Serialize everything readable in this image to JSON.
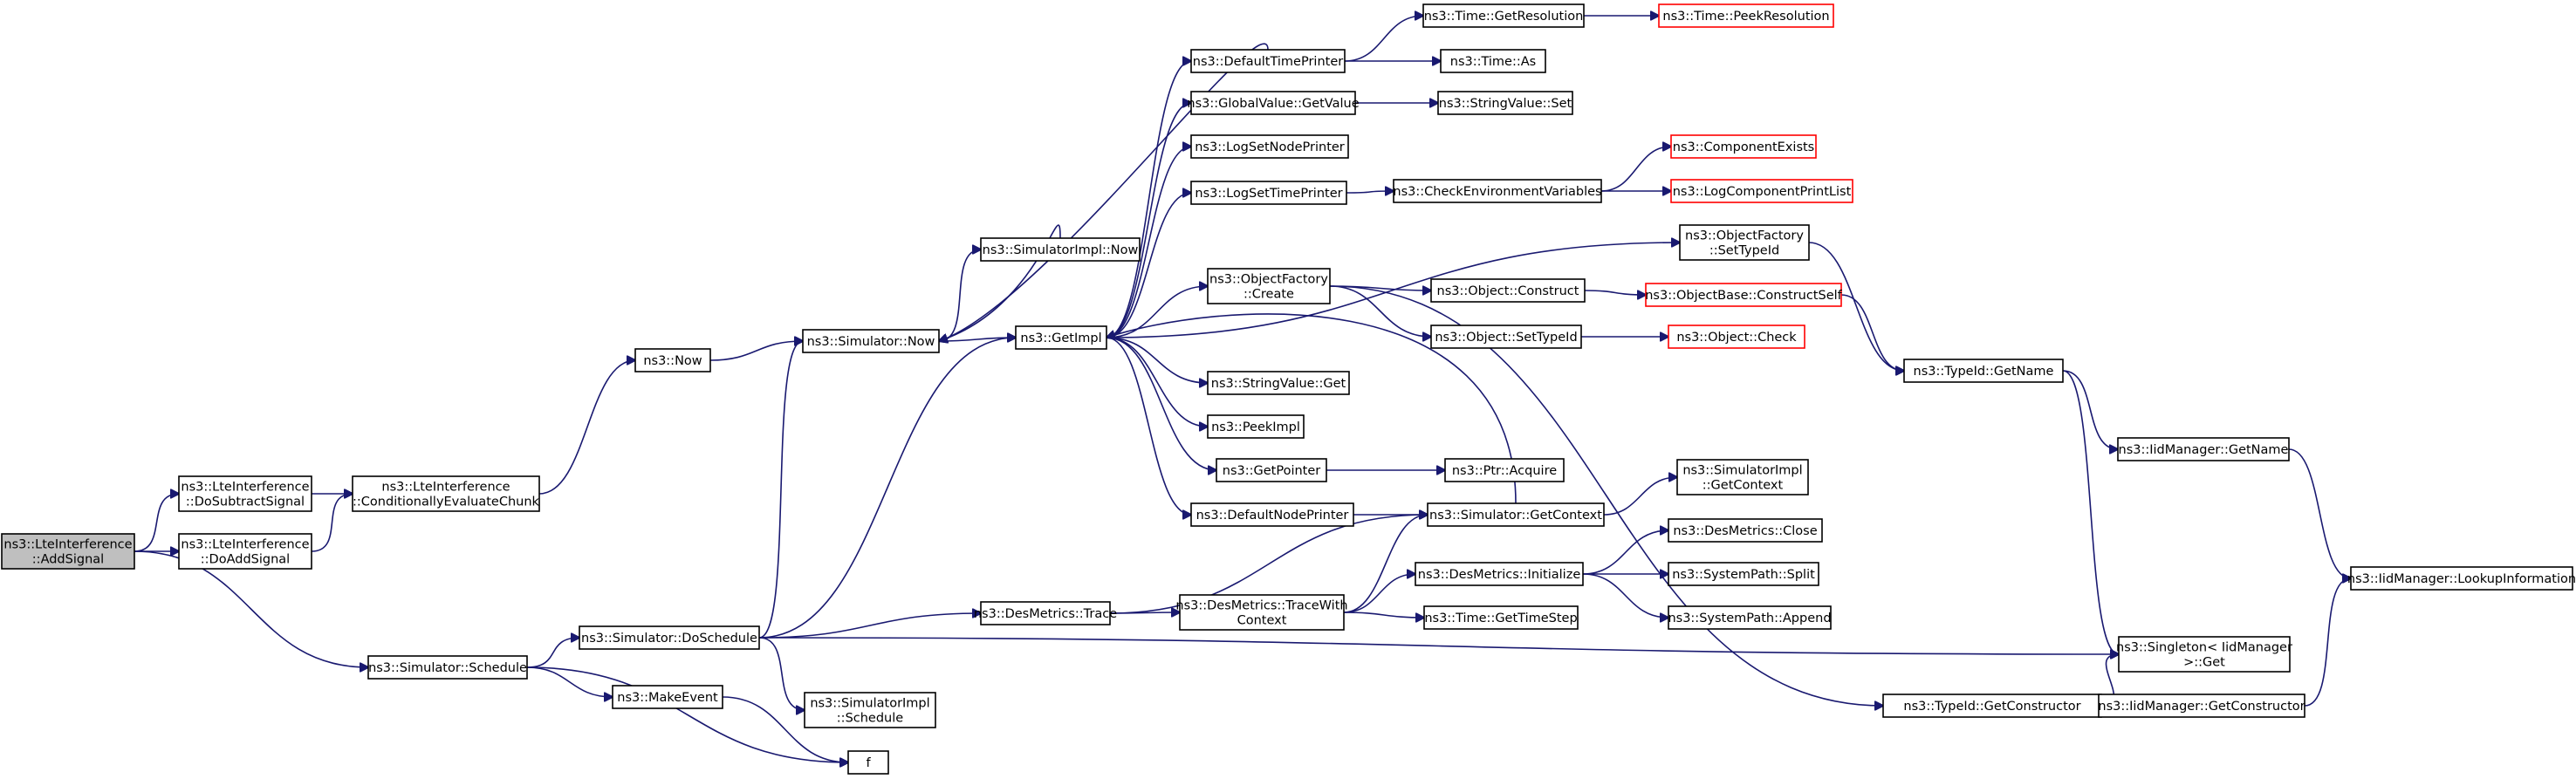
{
  "graph": {
    "nodes": [
      {
        "id": "root",
        "lines": [
          "ns3::LteInterference",
          "::AddSignal"
        ],
        "style": "root"
      },
      {
        "id": "dosub",
        "lines": [
          "ns3::LteInterference",
          "::DoSubtractSignal"
        ],
        "style": "normal"
      },
      {
        "id": "doadd",
        "lines": [
          "ns3::LteInterference",
          "::DoAddSignal"
        ],
        "style": "normal"
      },
      {
        "id": "condeval",
        "lines": [
          "ns3::LteInterference",
          "::ConditionallyEvaluateChunk"
        ],
        "style": "normal"
      },
      {
        "id": "now",
        "lines": [
          "ns3::Now"
        ],
        "style": "normal"
      },
      {
        "id": "simnow",
        "lines": [
          "ns3::Simulator::Now"
        ],
        "style": "normal"
      },
      {
        "id": "simimplnow",
        "lines": [
          "ns3::SimulatorImpl::Now"
        ],
        "style": "normal"
      },
      {
        "id": "getimpl",
        "lines": [
          "ns3::GetImpl"
        ],
        "style": "normal"
      },
      {
        "id": "deftimeprinter",
        "lines": [
          "ns3::DefaultTimePrinter"
        ],
        "style": "normal"
      },
      {
        "id": "gvgetvalue",
        "lines": [
          "ns3::GlobalValue::GetValue"
        ],
        "style": "normal"
      },
      {
        "id": "logsetnode",
        "lines": [
          "ns3::LogSetNodePrinter"
        ],
        "style": "normal"
      },
      {
        "id": "logsettime",
        "lines": [
          "ns3::LogSetTimePrinter"
        ],
        "style": "normal"
      },
      {
        "id": "ofcreate",
        "lines": [
          "ns3::ObjectFactory",
          "::Create"
        ],
        "style": "normal"
      },
      {
        "id": "svget",
        "lines": [
          "ns3::StringValue::Get"
        ],
        "style": "normal"
      },
      {
        "id": "peekimpl",
        "lines": [
          "ns3::PeekImpl"
        ],
        "style": "normal"
      },
      {
        "id": "getpointer",
        "lines": [
          "ns3::GetPointer"
        ],
        "style": "normal"
      },
      {
        "id": "defnodeprinter",
        "lines": [
          "ns3::DefaultNodePrinter"
        ],
        "style": "normal"
      },
      {
        "id": "timegetres",
        "lines": [
          "ns3::Time::GetResolution"
        ],
        "style": "normal"
      },
      {
        "id": "timepeekres",
        "lines": [
          "ns3::Time::PeekResolution"
        ],
        "style": "red"
      },
      {
        "id": "timeas",
        "lines": [
          "ns3::Time::As"
        ],
        "style": "normal"
      },
      {
        "id": "svset",
        "lines": [
          "ns3::StringValue::Set"
        ],
        "style": "normal"
      },
      {
        "id": "checkenv",
        "lines": [
          "ns3::CheckEnvironmentVariables"
        ],
        "style": "normal"
      },
      {
        "id": "compexists",
        "lines": [
          "ns3::ComponentExists"
        ],
        "style": "red"
      },
      {
        "id": "logcompprint",
        "lines": [
          "ns3::LogComponentPrintList"
        ],
        "style": "red"
      },
      {
        "id": "ofsettypeid",
        "lines": [
          "ns3::ObjectFactory",
          "::SetTypeId"
        ],
        "style": "normal"
      },
      {
        "id": "objconstruct",
        "lines": [
          "ns3::Object::Construct"
        ],
        "style": "normal"
      },
      {
        "id": "objsettypeid",
        "lines": [
          "ns3::Object::SetTypeId"
        ],
        "style": "normal"
      },
      {
        "id": "objbasecs",
        "lines": [
          "ns3::ObjectBase::ConstructSelf"
        ],
        "style": "red"
      },
      {
        "id": "objcheck",
        "lines": [
          "ns3::Object::Check"
        ],
        "style": "red"
      },
      {
        "id": "typeidgetname",
        "lines": [
          "ns3::TypeId::GetName"
        ],
        "style": "normal"
      },
      {
        "id": "iidgetname",
        "lines": [
          "ns3::IidManager::GetName"
        ],
        "style": "normal"
      },
      {
        "id": "iidlookup",
        "lines": [
          "ns3::IidManager::LookupInformation"
        ],
        "style": "normal"
      },
      {
        "id": "ptracquire",
        "lines": [
          "ns3::Ptr::Acquire"
        ],
        "style": "normal"
      },
      {
        "id": "simgetctx",
        "lines": [
          "ns3::Simulator::GetContext"
        ],
        "style": "normal"
      },
      {
        "id": "simimplgetctx",
        "lines": [
          "ns3::SimulatorImpl",
          "::GetContext"
        ],
        "style": "normal"
      },
      {
        "id": "desclose",
        "lines": [
          "ns3::DesMetrics::Close"
        ],
        "style": "normal"
      },
      {
        "id": "desinit",
        "lines": [
          "ns3::DesMetrics::Initialize"
        ],
        "style": "normal"
      },
      {
        "id": "spsplit",
        "lines": [
          "ns3::SystemPath::Split"
        ],
        "style": "normal"
      },
      {
        "id": "spappend",
        "lines": [
          "ns3::SystemPath::Append"
        ],
        "style": "normal"
      },
      {
        "id": "destrace",
        "lines": [
          "ns3::DesMetrics::Trace"
        ],
        "style": "normal"
      },
      {
        "id": "destracectx",
        "lines": [
          "ns3::DesMetrics::TraceWith",
          "Context"
        ],
        "style": "normal"
      },
      {
        "id": "timegetstep",
        "lines": [
          "ns3::Time::GetTimeStep"
        ],
        "style": "normal"
      },
      {
        "id": "simdoschedule",
        "lines": [
          "ns3::Simulator::DoSchedule"
        ],
        "style": "normal"
      },
      {
        "id": "simschedule",
        "lines": [
          "ns3::Simulator::Schedule"
        ],
        "style": "normal"
      },
      {
        "id": "makeevent",
        "lines": [
          "ns3::MakeEvent"
        ],
        "style": "normal"
      },
      {
        "id": "simimplschedule",
        "lines": [
          "ns3::SimulatorImpl",
          "::Schedule"
        ],
        "style": "normal"
      },
      {
        "id": "f",
        "lines": [
          "f"
        ],
        "style": "normal"
      },
      {
        "id": "singletonget",
        "lines": [
          "ns3::Singleton< IidManager",
          " >::Get"
        ],
        "style": "normal"
      },
      {
        "id": "typeidgetctor",
        "lines": [
          "ns3::TypeId::GetConstructor"
        ],
        "style": "normal"
      },
      {
        "id": "iidgetctor",
        "lines": [
          "ns3::IidManager::GetConstructor"
        ],
        "style": "normal"
      }
    ],
    "edges": [
      [
        "root",
        "dosub"
      ],
      [
        "root",
        "doadd"
      ],
      [
        "root",
        "simschedule"
      ],
      [
        "dosub",
        "condeval"
      ],
      [
        "doadd",
        "condeval"
      ],
      [
        "condeval",
        "now"
      ],
      [
        "now",
        "simnow"
      ],
      [
        "simnow",
        "simimplnow"
      ],
      [
        "simnow",
        "getimpl"
      ],
      [
        "simimplnow",
        "simnow"
      ],
      [
        "getimpl",
        "deftimeprinter"
      ],
      [
        "getimpl",
        "gvgetvalue"
      ],
      [
        "getimpl",
        "logsetnode"
      ],
      [
        "getimpl",
        "logsettime"
      ],
      [
        "getimpl",
        "ofsettypeid"
      ],
      [
        "getimpl",
        "ofcreate"
      ],
      [
        "getimpl",
        "svget"
      ],
      [
        "getimpl",
        "peekimpl"
      ],
      [
        "getimpl",
        "getpointer"
      ],
      [
        "getimpl",
        "defnodeprinter"
      ],
      [
        "deftimeprinter",
        "timegetres"
      ],
      [
        "deftimeprinter",
        "timeas"
      ],
      [
        "deftimeprinter",
        "simnow"
      ],
      [
        "timegetres",
        "timepeekres"
      ],
      [
        "gvgetvalue",
        "svset"
      ],
      [
        "logsettime",
        "checkenv"
      ],
      [
        "checkenv",
        "compexists"
      ],
      [
        "checkenv",
        "logcompprint"
      ],
      [
        "ofcreate",
        "objconstruct"
      ],
      [
        "ofcreate",
        "objsettypeid"
      ],
      [
        "ofcreate",
        "typeidgetctor"
      ],
      [
        "objconstruct",
        "objbasecs"
      ],
      [
        "objsettypeid",
        "objcheck"
      ],
      [
        "ofsettypeid",
        "typeidgetname"
      ],
      [
        "objbasecs",
        "typeidgetname"
      ],
      [
        "typeidgetname",
        "iidgetname"
      ],
      [
        "typeidgetname",
        "singletonget"
      ],
      [
        "iidgetname",
        "iidlookup"
      ],
      [
        "getpointer",
        "ptracquire"
      ],
      [
        "defnodeprinter",
        "simgetctx"
      ],
      [
        "simgetctx",
        "getimpl"
      ],
      [
        "simgetctx",
        "simimplgetctx"
      ],
      [
        "simschedule",
        "simdoschedule"
      ],
      [
        "simschedule",
        "makeevent"
      ],
      [
        "simschedule",
        "f"
      ],
      [
        "makeevent",
        "f"
      ],
      [
        "simdoschedule",
        "simnow"
      ],
      [
        "simdoschedule",
        "getimpl"
      ],
      [
        "simdoschedule",
        "destrace"
      ],
      [
        "simdoschedule",
        "simimplschedule"
      ],
      [
        "simdoschedule",
        "singletonget"
      ],
      [
        "destrace",
        "simgetctx"
      ],
      [
        "destrace",
        "destracectx"
      ],
      [
        "destracectx",
        "simgetctx"
      ],
      [
        "destracectx",
        "desinit"
      ],
      [
        "destracectx",
        "timegetstep"
      ],
      [
        "desinit",
        "desclose"
      ],
      [
        "desinit",
        "spsplit"
      ],
      [
        "desinit",
        "spappend"
      ],
      [
        "typeidgetctor",
        "singletonget"
      ],
      [
        "typeidgetctor",
        "iidgetctor"
      ],
      [
        "iidgetctor",
        "iidlookup"
      ]
    ]
  }
}
